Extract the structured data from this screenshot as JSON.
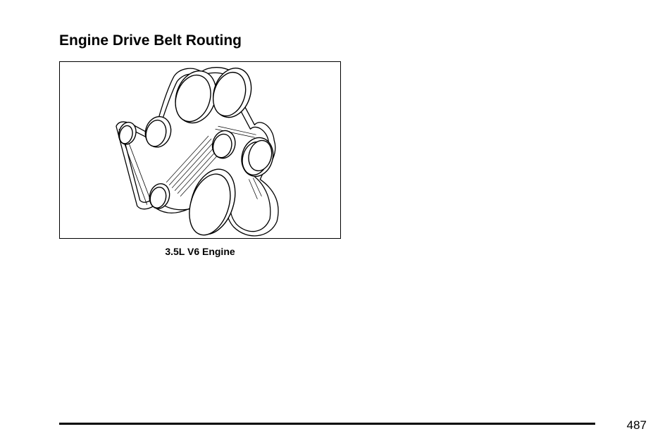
{
  "page": {
    "title": "Engine Drive Belt Routing",
    "page_number": "487"
  },
  "figure": {
    "caption": "3.5L V6 Engine",
    "illustration": "serpentine-belt-routing-diagram"
  }
}
